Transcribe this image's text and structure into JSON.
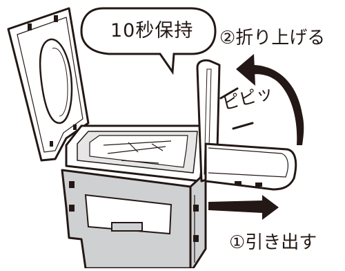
{
  "labels": {
    "hold": "10秒保持",
    "step_fold_up": "②折り上げる",
    "step_pull_out": "①引き出す",
    "sound_effect": "ピピッ"
  },
  "colors": {
    "outline": "#231815",
    "body_gray": "#cfd0d2",
    "inner_gray": "#e6e6e6",
    "paper": "#ffffff"
  }
}
